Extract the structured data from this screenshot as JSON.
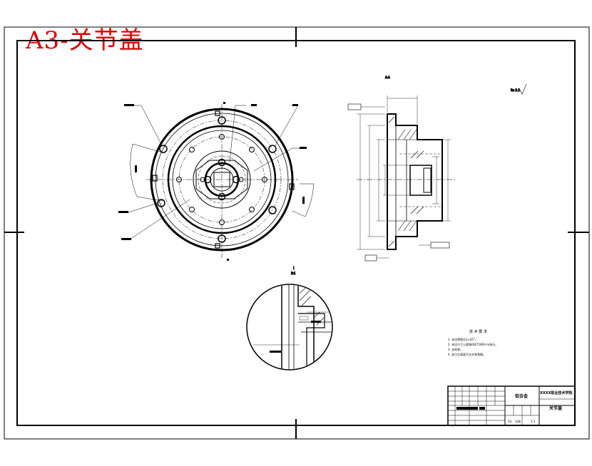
{
  "stamp": {
    "text": "A3-关节盖",
    "color": "#e00000"
  },
  "title_block": {
    "material": "铝合金",
    "part_name": "关节盖",
    "institution": "XXXX职业技术学院",
    "scale_row": [
      "A3",
      "比例",
      "1:1"
    ]
  },
  "notes": {
    "heading": "技 术 要 求",
    "items": [
      "1. 未注倒角为1×45°。",
      "2. 未注尺寸公差按GB/T1804-m执行。",
      "3. 去毛刺。",
      "4. 加工后表面不允许有划痕。"
    ]
  },
  "labels": {
    "section_top": "A-A",
    "detail": "I",
    "detail_scale": "5:1",
    "roughness": "Ra 3.2"
  }
}
